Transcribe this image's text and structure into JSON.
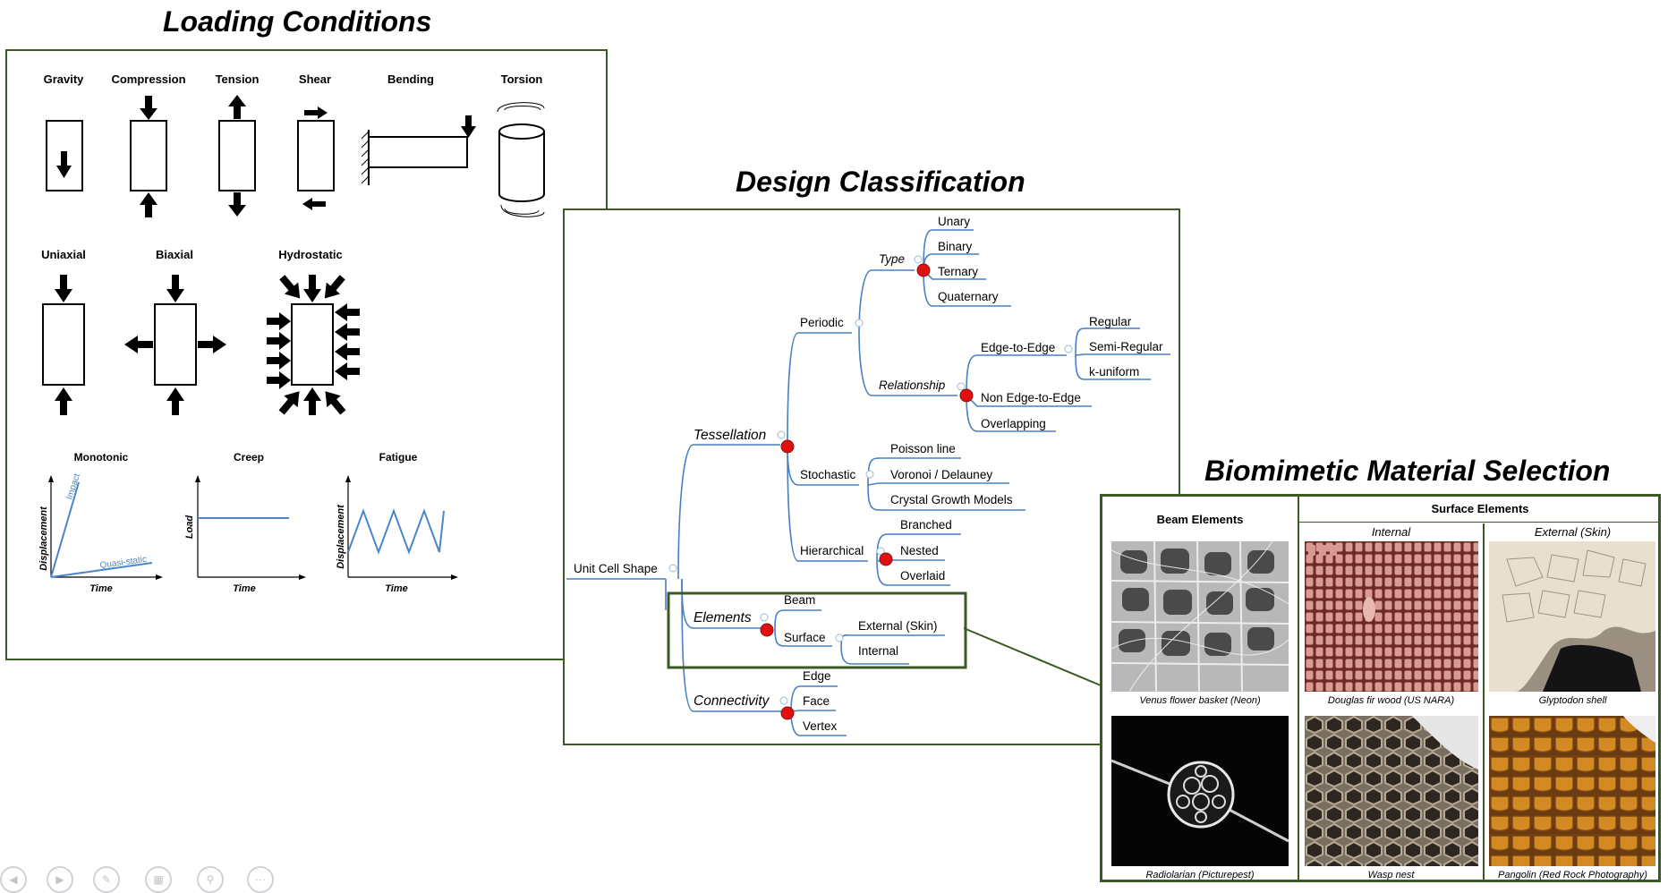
{
  "loading": {
    "title": "Loading Conditions",
    "row1": [
      "Gravity",
      "Compression",
      "Tension",
      "Shear",
      "Bending",
      "Torsion"
    ],
    "row2": [
      "Uniaxial",
      "Biaxial",
      "Hydrostatic"
    ],
    "plots": {
      "monotonic": {
        "title": "Monotonic",
        "xlabel": "Time",
        "ylabel": "Displacement",
        "impact": "Impact",
        "quasi": "Quasi-static"
      },
      "creep": {
        "title": "Creep",
        "xlabel": "Time",
        "ylabel": "Load"
      },
      "fatigue": {
        "title": "Fatigue",
        "xlabel": "Time",
        "ylabel": "Displacement"
      }
    }
  },
  "design": {
    "title": "Design Classification",
    "root": "Unit Cell Shape",
    "tessellation": "Tessellation",
    "periodic": "Periodic",
    "type": "Type",
    "type_items": [
      "Unary",
      "Binary",
      "Ternary",
      "Quaternary"
    ],
    "relationship": "Relationship",
    "edge_to_edge": "Edge-to-Edge",
    "e2e_items": [
      "Regular",
      "Semi-Regular",
      "k-uniform"
    ],
    "non_edge": "Non Edge-to-Edge",
    "overlapping": "Overlapping",
    "stochastic": "Stochastic",
    "stoch_items": [
      "Poisson line",
      "Voronoi / Delauney",
      "Crystal Growth Models"
    ],
    "hierarchical": "Hierarchical",
    "hier_items": [
      "Branched",
      "Nested",
      "Overlaid"
    ],
    "elements": "Elements",
    "beam": "Beam",
    "surface": "Surface",
    "surface_items": [
      "External (Skin)",
      "Internal"
    ],
    "connectivity": "Connectivity",
    "conn_items": [
      "Edge",
      "Face",
      "Vertex"
    ]
  },
  "bio": {
    "title": "Biomimetic Material Selection",
    "beam_header": "Beam Elements",
    "surface_header": "Surface Elements",
    "internal": "Internal",
    "external": "External (Skin)",
    "captions": [
      "Venus flower basket (Neon)",
      "Douglas fir wood (US NARA)",
      "Glyptodon shell",
      "Radiolarian (Picturepest)",
      "Wasp nest",
      "Pangolin (Red Rock Photography)"
    ]
  },
  "controls": [
    "prev-icon",
    "play-icon",
    "pen-icon",
    "slides-icon",
    "zoom-icon",
    "more-icon"
  ]
}
